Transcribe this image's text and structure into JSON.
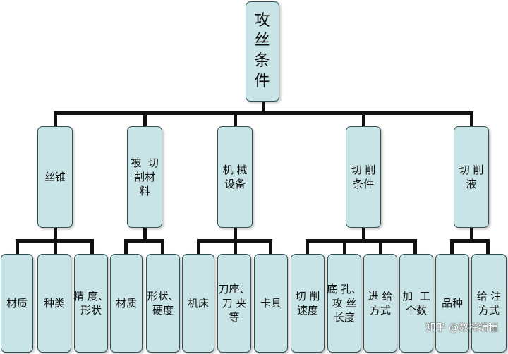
{
  "root": "攻\n丝\n条\n件",
  "groups": [
    {
      "label": "丝锥",
      "leaves": [
        "材质",
        "种类",
        "精 度、\n形状"
      ]
    },
    {
      "label": "被  切\n割材\n料",
      "leaves": [
        "材质",
        "形状、\n硬度"
      ]
    },
    {
      "label": "机 械\n设备",
      "leaves": [
        "机床",
        "刀座、\n刀 夹\n等",
        "卡具"
      ]
    },
    {
      "label": "切 削\n条件",
      "leaves": [
        "切 削\n速度",
        "底 孔、\n攻 丝\n长度",
        "进 给\n方式",
        "加  工\n个数"
      ]
    },
    {
      "label": "切 削\n液",
      "leaves": [
        "品种",
        "给 注\n方式"
      ]
    }
  ],
  "watermark": "知乎 @数控编程",
  "colors": {
    "box_fill": "#c8e4e6",
    "box_border": "#2f4f52",
    "connector": "#111111"
  }
}
